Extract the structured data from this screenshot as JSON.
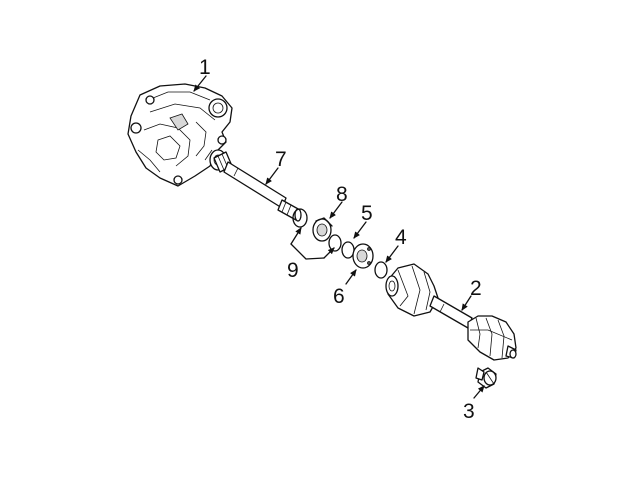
{
  "callouts": {
    "c1": "1",
    "c2": "2",
    "c3": "3",
    "c4": "4",
    "c5": "5",
    "c6": "6",
    "c7": "7",
    "c8": "8",
    "c9": "9"
  },
  "colors": {
    "line": "#111111",
    "background": "#ffffff",
    "shade": "#d8d8d8"
  }
}
